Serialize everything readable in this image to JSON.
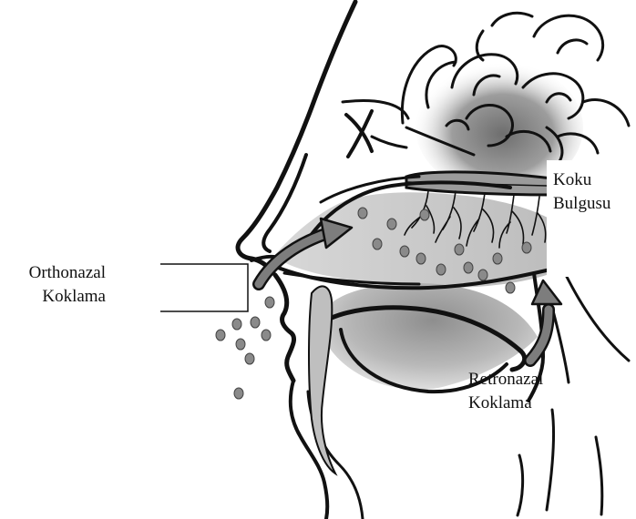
{
  "labels": {
    "orthonasal": [
      "Orthonazal",
      "Koklama"
    ],
    "olfactory": [
      "Koku",
      "Bulgusu"
    ],
    "retronasal": [
      "Retronazal",
      "Koklama"
    ]
  },
  "colors": {
    "line": "#111111",
    "cavity_gray": "#c9c9c9",
    "arrow_gray": "#7d7d7d",
    "particle_gray": "#8a8a8a",
    "brain_shade": "#8c8c8c"
  }
}
